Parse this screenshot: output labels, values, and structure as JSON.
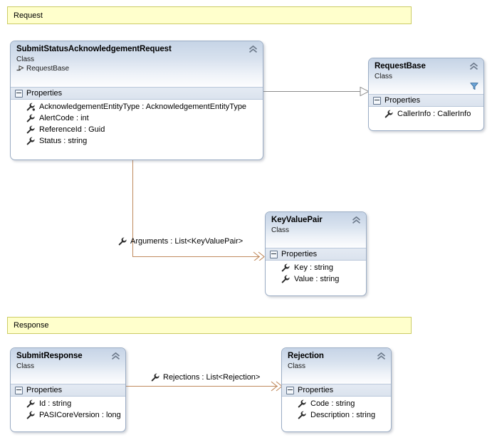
{
  "diagram": {
    "type": "uml-class-diagram",
    "background": "#ffffff",
    "palette": {
      "banner_fill": "#ffffcc",
      "banner_border": "#cccc66",
      "class_border": "#9badc4",
      "class_header_gradient_top": "#c6d4e6",
      "class_header_gradient_bottom": "#ffffff",
      "compartment_band": "#dfe7f1",
      "association_line": "#c08a5e",
      "inheritance_line": "#8c8c8c",
      "filter_icon": "#5b9bd5"
    }
  },
  "banners": [
    {
      "id": "request",
      "label": "Request"
    },
    {
      "id": "response",
      "label": "Response"
    }
  ],
  "classes": [
    {
      "id": "submit-status-acknowledgement-request",
      "name": "SubmitStatusAcknowledgementRequest",
      "stereotype": "Class",
      "base_class": "RequestBase",
      "compartment": "Properties",
      "has_filter_icon": false,
      "members": [
        {
          "name": "AcknowledgementEntityType : AcknowledgementEntityType",
          "icon": "property-wrench-icon",
          "variant": "special"
        },
        {
          "name": "AlertCode : int",
          "icon": "property-wrench-icon",
          "variant": "plain"
        },
        {
          "name": "ReferenceId : Guid",
          "icon": "property-wrench-icon",
          "variant": "plain"
        },
        {
          "name": "Status : string",
          "icon": "property-wrench-icon",
          "variant": "plain"
        }
      ]
    },
    {
      "id": "request-base",
      "name": "RequestBase",
      "stereotype": "Class",
      "base_class": "",
      "compartment": "Properties",
      "has_filter_icon": true,
      "members": [
        {
          "name": "CallerInfo : CallerInfo",
          "icon": "property-wrench-icon",
          "variant": "plain"
        }
      ]
    },
    {
      "id": "key-value-pair",
      "name": "KeyValuePair",
      "stereotype": "Class",
      "base_class": "",
      "compartment": "Properties",
      "has_filter_icon": false,
      "members": [
        {
          "name": "Key : string",
          "icon": "property-wrench-icon",
          "variant": "plain"
        },
        {
          "name": "Value : string",
          "icon": "property-wrench-icon",
          "variant": "plain"
        }
      ]
    },
    {
      "id": "submit-response",
      "name": "SubmitResponse",
      "stereotype": "Class",
      "base_class": "",
      "compartment": "Properties",
      "has_filter_icon": false,
      "members": [
        {
          "name": "Id : string",
          "icon": "property-wrench-icon",
          "variant": "plain"
        },
        {
          "name": "PASICoreVersion : long",
          "icon": "property-wrench-icon",
          "variant": "plain"
        }
      ]
    },
    {
      "id": "rejection",
      "name": "Rejection",
      "stereotype": "Class",
      "base_class": "",
      "compartment": "Properties",
      "has_filter_icon": false,
      "members": [
        {
          "name": "Code : string",
          "icon": "property-wrench-icon",
          "variant": "plain"
        },
        {
          "name": "Description : string",
          "icon": "property-wrench-icon",
          "variant": "plain"
        }
      ]
    }
  ],
  "connectors": [
    {
      "id": "inheritance-request-base",
      "kind": "inheritance",
      "from": "SubmitStatusAcknowledgementRequest",
      "to": "RequestBase",
      "label": ""
    },
    {
      "id": "association-arguments",
      "kind": "association",
      "from": "SubmitStatusAcknowledgementRequest",
      "to": "KeyValuePair",
      "label": "Arguments : List<KeyValuePair>"
    },
    {
      "id": "association-rejections",
      "kind": "association",
      "from": "SubmitResponse",
      "to": "Rejection",
      "label": "Rejections : List<Rejection>"
    }
  ]
}
